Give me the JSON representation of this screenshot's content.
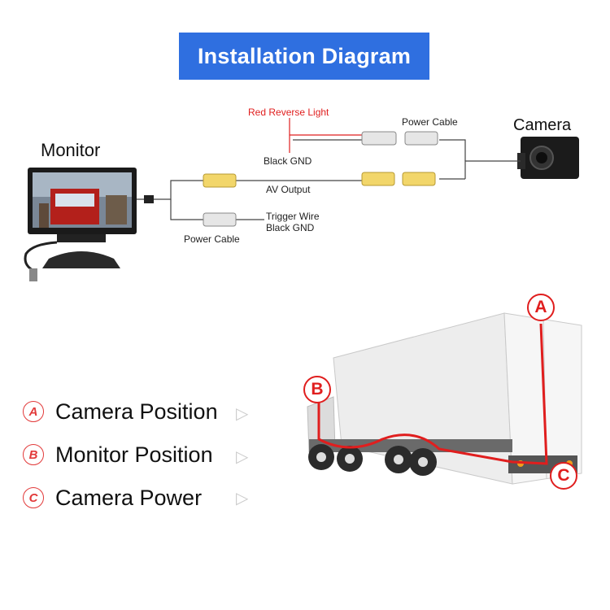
{
  "title": "Installation Diagram",
  "wiring": {
    "monitor_label": "Monitor",
    "camera_label": "Camera",
    "red_reverse_light": "Red Reverse Light",
    "power_cable_top": "Power Cable",
    "black_gnd_top": "Black  GND",
    "av_output": "AV Output",
    "trigger_wire": "Trigger Wire",
    "black_gnd_bottom": "Black GND",
    "power_cable_bottom": "Power Cable"
  },
  "truck": {
    "marker_a": "A",
    "marker_b": "B",
    "marker_c": "C"
  },
  "legend": [
    {
      "letter": "A",
      "text": "Camera Position"
    },
    {
      "letter": "B",
      "text": "Monitor Position"
    },
    {
      "letter": "C",
      "text": "Camera Power"
    }
  ],
  "colors": {
    "title_bg": "#2f6fe0",
    "accent_red": "#e01e1e",
    "connector_yellow": "#f2d66a"
  }
}
